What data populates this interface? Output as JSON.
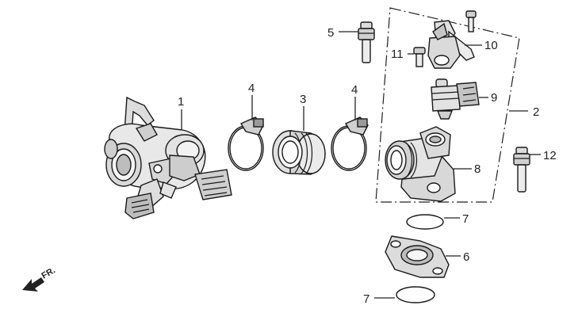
{
  "callouts": {
    "c1": "1",
    "c2": "2",
    "c3": "3",
    "c4a": "4",
    "c4b": "4",
    "c5": "5",
    "c6": "6",
    "c7a": "7",
    "c7b": "7",
    "c8": "8",
    "c9": "9",
    "c10": "10",
    "c11": "11",
    "c12": "12"
  },
  "direction": {
    "label": "FR.",
    "icon": "arrow-front-icon"
  },
  "colors": {
    "line": "#1a1a1a",
    "fill_light": "#e6e6e6",
    "fill_mid": "#c8c8c8",
    "fill_dark": "#9a9a9a"
  }
}
